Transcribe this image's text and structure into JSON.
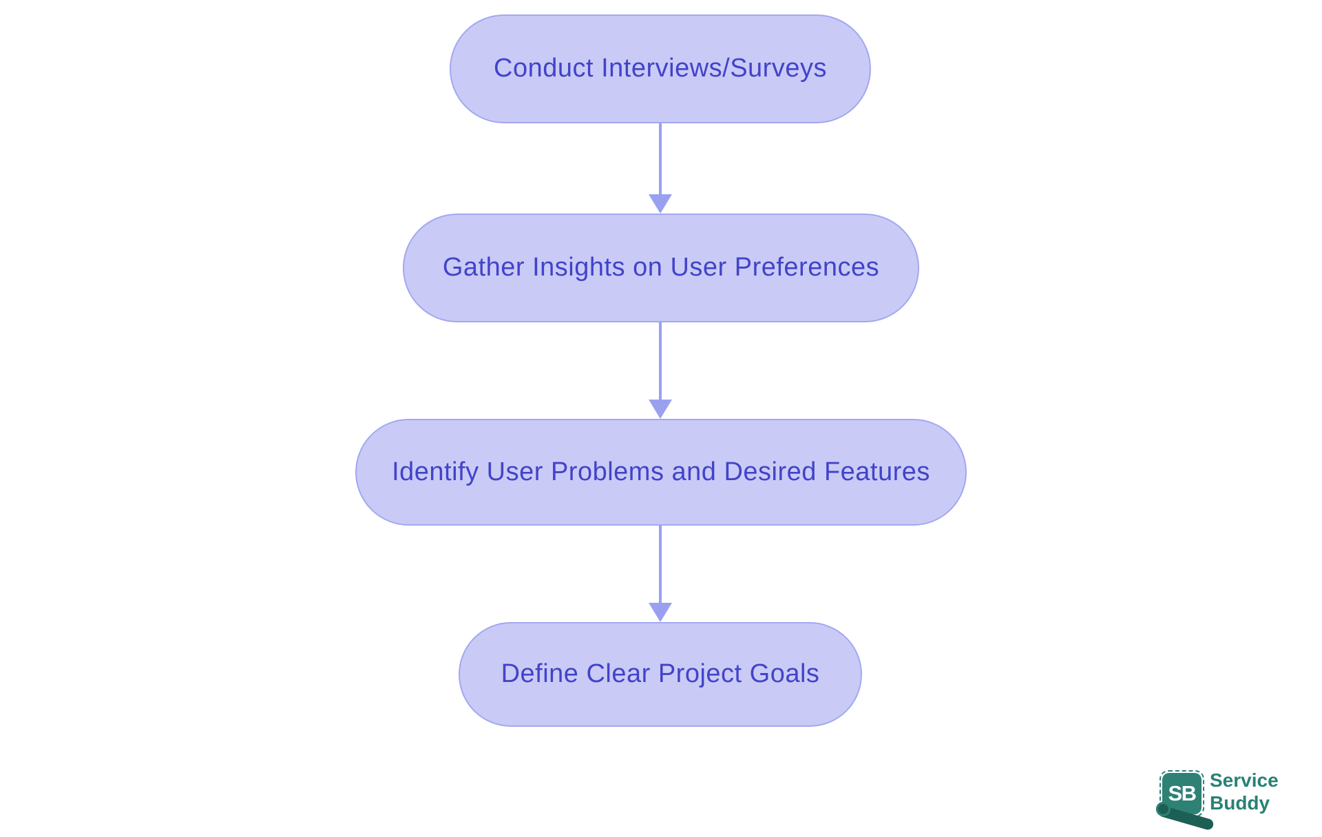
{
  "flowchart": {
    "type": "flowchart",
    "direction": "top-down",
    "nodes": [
      {
        "id": "n1",
        "label": "Conduct Interviews/Surveys"
      },
      {
        "id": "n2",
        "label": "Gather Insights on User Preferences"
      },
      {
        "id": "n3",
        "label": "Identify User Problems and Desired Features"
      },
      {
        "id": "n4",
        "label": "Define Clear Project Goals"
      }
    ],
    "edges": [
      {
        "from": "n1",
        "to": "n2"
      },
      {
        "from": "n2",
        "to": "n3"
      },
      {
        "from": "n3",
        "to": "n4"
      }
    ],
    "colors": {
      "node_fill": "#c9cbf6",
      "node_border": "#a3a7f0",
      "node_text": "#4243c9",
      "arrow": "#9aa0f0",
      "background": "#ffffff"
    }
  },
  "branding": {
    "monogram": "SB",
    "name_line1": "Service",
    "name_line2": "Buddy",
    "logo_teal": "#2e8175",
    "logo_dark_teal": "#1d5f55"
  }
}
